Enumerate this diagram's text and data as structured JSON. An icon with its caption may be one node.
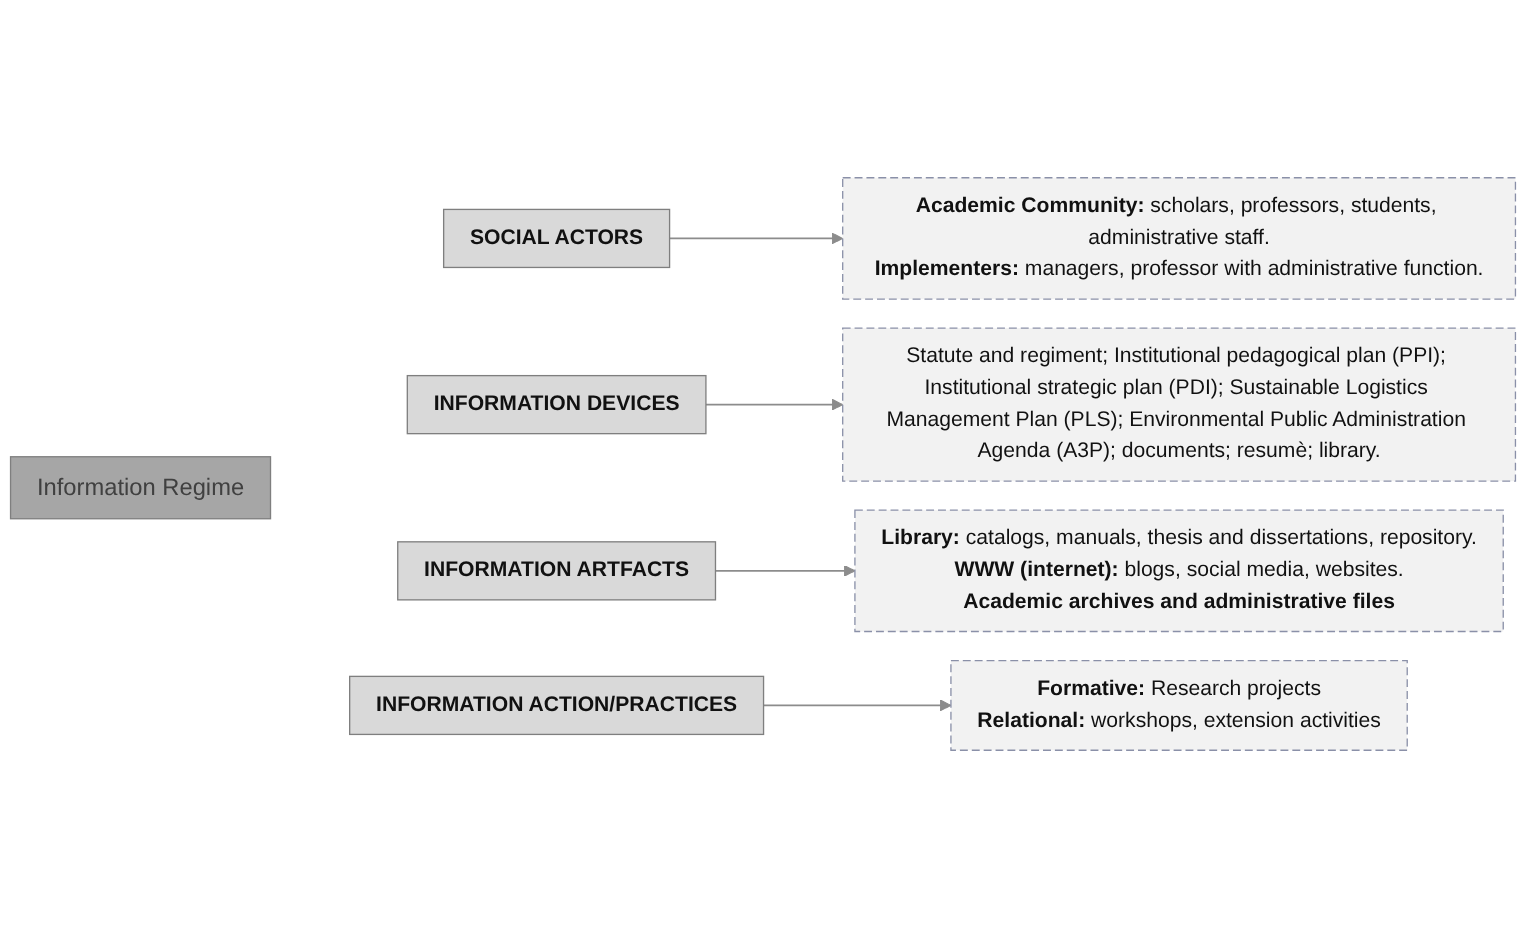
{
  "diagram": {
    "nodes": [
      {
        "text": [
          "Information Regime"
        ]
      },
      {
        "text": [
          "SOCIAL ACTORS"
        ]
      },
      {
        "text": [
          "**Academic Community:** scholars, professors, students, administrative staff.",
          "**Implementers:** managers, professor with administrative function."
        ]
      },
      {
        "text": [
          "INFORMATION DEVICES"
        ]
      },
      {
        "text": [
          "Statute and regiment; Institutional pedagogical plan (PPI); Institutional strategic plan (PDI); Sustainable Logistics Management Plan (PLS); Environmental Public Administration Agenda (A3P); documents; resumè; library."
        ]
      },
      {
        "text": [
          "INFORMATION ARTFACTS"
        ]
      },
      {
        "text": [
          "**Library:** catalogs, manuals, thesis and dissertations, repository.",
          "**WWW (internet):** blogs, social media, websites.",
          "**Academic archives and administrative files**"
        ]
      },
      {
        "text": [
          "INFORMATION ACTION/PRACTICES"
        ]
      },
      {
        "text": [
          "**Formative:** Research projects",
          "**Relational:** workshops, extension activities"
        ]
      }
    ],
    "edges": [
      {
        "from": 1,
        "to": 2,
        "arrow": "to"
      },
      {
        "from": 3,
        "to": 4,
        "arrow": "to"
      },
      {
        "from": 5,
        "to": 6,
        "arrow": "to"
      },
      {
        "from": 7,
        "to": 8,
        "arrow": "to"
      }
    ]
  }
}
